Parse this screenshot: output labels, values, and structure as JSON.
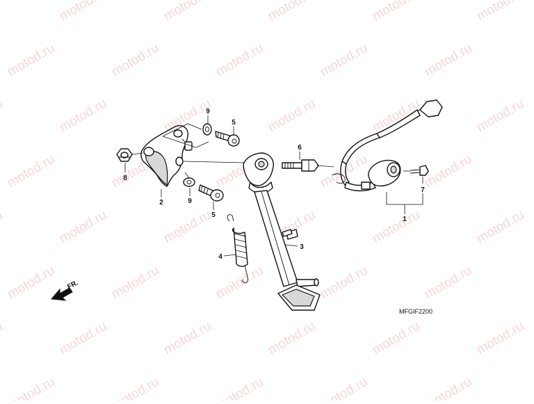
{
  "watermark": "motod.ru",
  "diagram_code": "MFGIF2200",
  "front_indicator": "FR.",
  "callouts": {
    "c1": "1",
    "c2": "2",
    "c3": "3",
    "c4": "4",
    "c5a": "5",
    "c5b": "5",
    "c6": "6",
    "c7": "7",
    "c8": "8",
    "c9a": "9",
    "c9b": "9"
  }
}
